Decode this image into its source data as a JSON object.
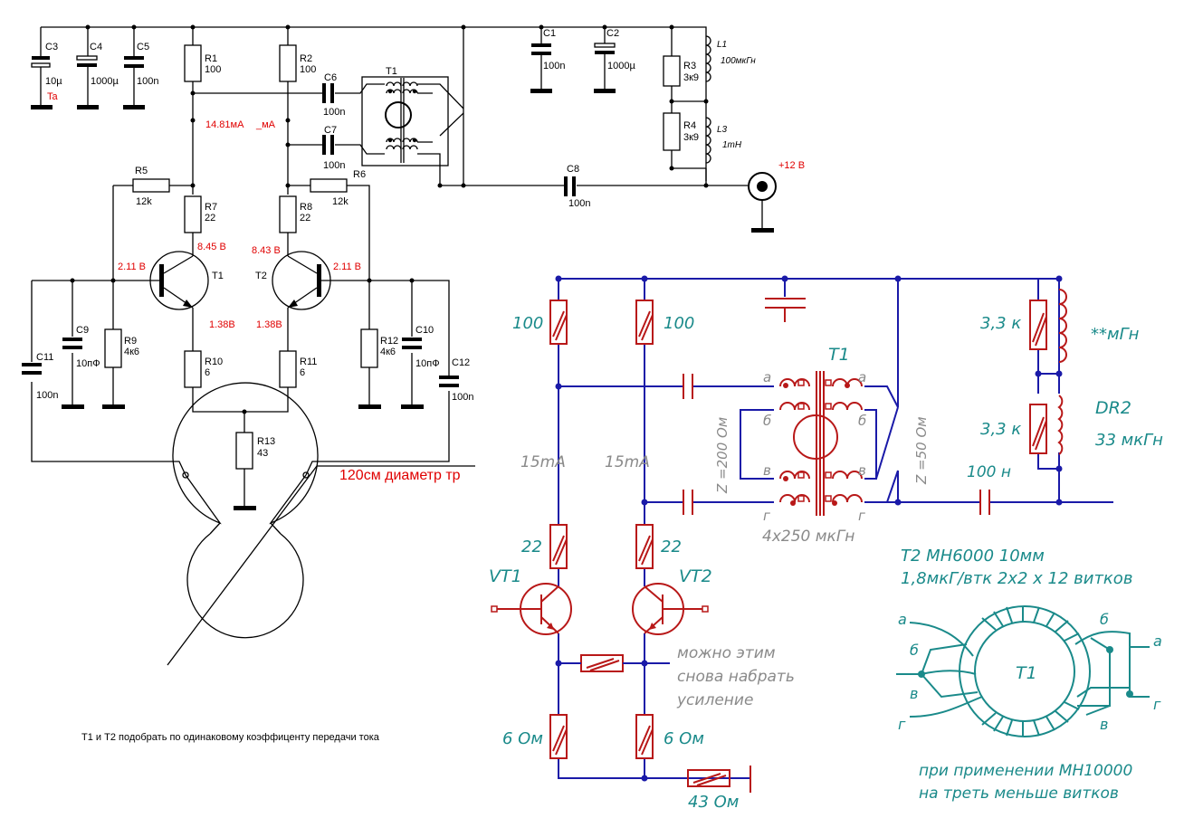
{
  "schematic": {
    "caps_top": [
      {
        "ref": "C3",
        "value": "10µ",
        "note": "Ta"
      },
      {
        "ref": "C4",
        "value": "1000µ"
      },
      {
        "ref": "C5",
        "value": "100n"
      },
      {
        "ref": "C1",
        "value": "100n"
      },
      {
        "ref": "C2",
        "value": "1000µ"
      }
    ],
    "resistors": [
      {
        "ref": "R1",
        "value": "100"
      },
      {
        "ref": "R2",
        "value": "100"
      },
      {
        "ref": "R3",
        "value": "3к9"
      },
      {
        "ref": "R4",
        "value": "3к9"
      },
      {
        "ref": "R5",
        "value": "12k"
      },
      {
        "ref": "R6",
        "value": "12k"
      },
      {
        "ref": "R7",
        "value": "22"
      },
      {
        "ref": "R8",
        "value": "22"
      },
      {
        "ref": "R9",
        "value": "4к6"
      },
      {
        "ref": "R10",
        "value": "6"
      },
      {
        "ref": "R11",
        "value": "6"
      },
      {
        "ref": "R12",
        "value": "4к6"
      },
      {
        "ref": "R13",
        "value": "43"
      }
    ],
    "caps_mid": [
      {
        "ref": "C6",
        "value": "100n"
      },
      {
        "ref": "C7",
        "value": "100n"
      },
      {
        "ref": "C8",
        "value": "100n"
      },
      {
        "ref": "C9",
        "value": "10пФ"
      },
      {
        "ref": "C10",
        "value": "10пФ"
      },
      {
        "ref": "C11",
        "value": "100n"
      },
      {
        "ref": "C12",
        "value": "100n"
      }
    ],
    "inductors": [
      {
        "ref": "L1",
        "value": "100мкГн"
      },
      {
        "ref": "L3",
        "value": "1mH"
      }
    ],
    "transistors": [
      "T1",
      "T2"
    ],
    "transformer": "T1",
    "supply": "+12 В",
    "measurements": {
      "current": "14.81мА",
      "current_unit": "_мА",
      "t1_collector": "8.45 В",
      "t2_collector": "8.43 В",
      "t1_base": "2.11 В",
      "t2_base": "2.11 В",
      "t1_emitter": "1.38В",
      "t2_emitter": "1.38В"
    },
    "loop_label": "120см диаметр тр",
    "note": "Т1 и Т2 подобрать по одинаковому коэффиценту передачи тока"
  },
  "sketch": {
    "r_top_left": "100",
    "r_top_right": "100",
    "i_left": "15mA",
    "i_right": "15mA",
    "r_mid_left": "22",
    "r_mid_right": "22",
    "vt1": "VT1",
    "vt2": "VT2",
    "r_bot_left": "6 Ом",
    "r_bot_right": "6 Ом",
    "r_tail": "43 Ом",
    "gain_note": [
      "можно этим",
      "снова набрать",
      "усиление"
    ],
    "transformer": "T1",
    "z200": "Z =200 Ом",
    "z50": "Z =50 Ом",
    "winding": "4x250 мкГн",
    "r_right1": "3,3 к",
    "r_right2": "3,3 к",
    "l_top": "**мГн",
    "dr2": "DR2",
    "dr2_value": "33 мкГн",
    "cap_out": "100 н",
    "t2_info1": "Т2 МН6000  10мм",
    "t2_info2": "1,8мкГ/втк  2x2 x 12 витков",
    "toroid_label": "T1",
    "mn_note1": "при применении МН10000",
    "mn_note2": "на треть меньше витков",
    "winding_letters": [
      "а",
      "б",
      "в",
      "г"
    ]
  }
}
